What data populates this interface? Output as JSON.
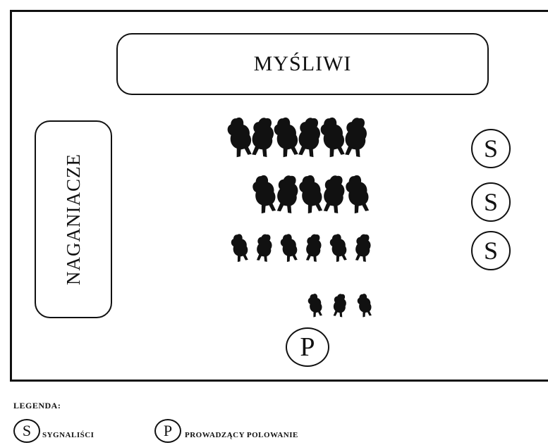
{
  "diagram": {
    "hunters_label": "MYŚLIWI",
    "beaters_label": "NAGANIACZE",
    "signalers": [
      "S",
      "S",
      "S"
    ],
    "leader": "P"
  },
  "legend": {
    "title": "LEGENDA:",
    "items": [
      {
        "symbol": "S",
        "label": "SYGNALIŚCI"
      },
      {
        "symbol": "P",
        "label": "PROWADZĄCY POLOWANIE"
      }
    ]
  },
  "animal_rows": [
    {
      "name": "row-1",
      "count": 6,
      "size": "large"
    },
    {
      "name": "row-2",
      "count": 5,
      "size": "large"
    },
    {
      "name": "row-3",
      "count": 6,
      "size": "medium"
    },
    {
      "name": "row-4",
      "count": 3,
      "size": "small"
    }
  ]
}
